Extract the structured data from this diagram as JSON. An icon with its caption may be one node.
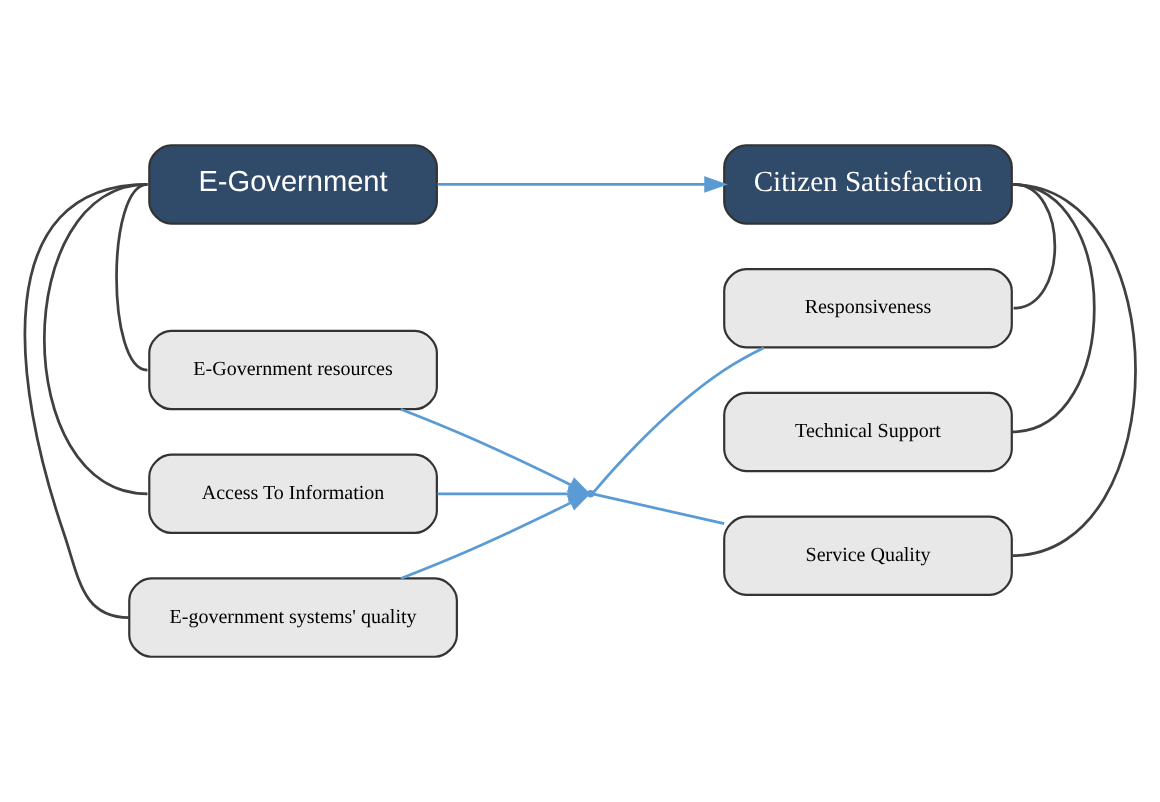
{
  "diagram": {
    "nodes": [
      {
        "text": [
          "E-Government"
        ]
      },
      {
        "text": [
          "Citizen Satisfaction"
        ]
      },
      {
        "text": [
          "E-Government resources"
        ]
      },
      {
        "text": [
          "Access To Information"
        ]
      },
      {
        "text": [
          "E-government systems' quality"
        ]
      },
      {
        "text": [
          "Responsiveness"
        ]
      },
      {
        "text": [
          "Technical Support"
        ]
      },
      {
        "text": [
          "Service Quality"
        ]
      },
      {
        "text": [],
        "shape": "point"
      }
    ],
    "edges": [
      {
        "from": 0,
        "to": 1,
        "arrow": "to"
      },
      {
        "from": 0,
        "to": 2,
        "arrow": "none",
        "color": "#404040"
      },
      {
        "from": 0,
        "to": 3,
        "arrow": "none",
        "color": "#404040"
      },
      {
        "from": 0,
        "to": 4,
        "arrow": "none",
        "color": "#404040"
      },
      {
        "from": 1,
        "to": 5,
        "arrow": "none",
        "color": "#404040"
      },
      {
        "from": 1,
        "to": 6,
        "arrow": "none",
        "color": "#404040"
      },
      {
        "from": 1,
        "to": 7,
        "arrow": "none",
        "color": "#404040"
      },
      {
        "from": 2,
        "to": 8,
        "arrow": "to"
      },
      {
        "from": 3,
        "to": 8,
        "arrow": "to"
      },
      {
        "from": 4,
        "to": 8,
        "arrow": "to"
      },
      {
        "from": 8,
        "to": 5,
        "arrow": "none"
      },
      {
        "from": 8,
        "to": 7,
        "arrow": "none"
      }
    ]
  }
}
